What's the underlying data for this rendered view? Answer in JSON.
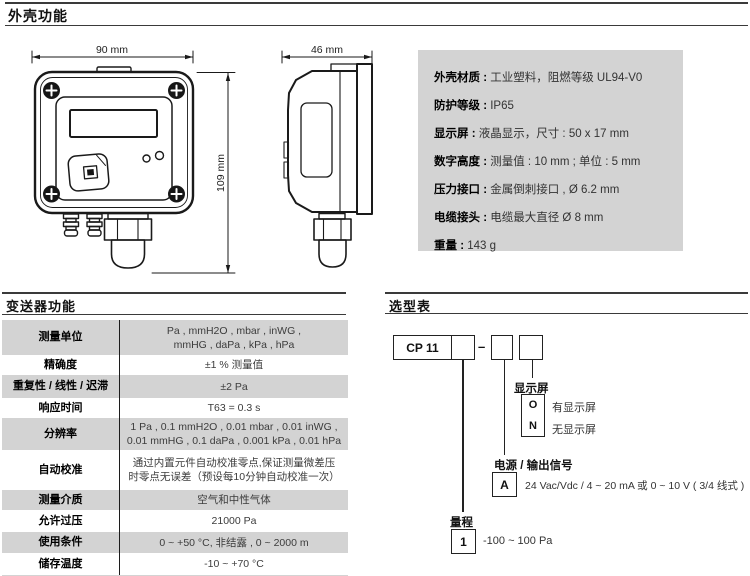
{
  "housing": {
    "title": "外壳功能",
    "sep": " : ",
    "dimensions": {
      "front_width": "90 mm",
      "front_height": "109 mm",
      "side_width": "46 mm"
    },
    "specs": [
      {
        "label": "外壳材质",
        "value": "工业塑料，阻燃等级 UL94-V0"
      },
      {
        "label": "防护等级",
        "value": "IP65"
      },
      {
        "label": "显示屏",
        "value": "液晶显示，尺寸 : 50 x 17 mm"
      },
      {
        "label": "数字高度",
        "value": "测量值 : 10 mm ;  单位 : 5 mm"
      },
      {
        "label": "压力接口",
        "value": "金属倒刺接口 , Ø 6.2 mm"
      },
      {
        "label": "电缆接头",
        "value": "电缆最大直径  Ø 8 mm"
      },
      {
        "label": "重量",
        "value": "143 g"
      }
    ]
  },
  "transmitter": {
    "title": "变送器功能",
    "rows": [
      {
        "label": "测量单位",
        "value": "Pa , mmH2O , mbar , inWG ,\nmmHG , daPa , kPa , hPa"
      },
      {
        "label": "精确度",
        "value": "±1 % 测量值"
      },
      {
        "label": "重复性 / 线性 / 迟滞",
        "value": "±2 Pa"
      },
      {
        "label": "响应时间",
        "value": "T63 = 0.3 s"
      },
      {
        "label": "分辨率",
        "value": "1 Pa , 0.1 mmH2O , 0.01 mbar , 0.01 inWG ,\n0.01 mmHG , 0.1 daPa , 0.001 kPa , 0.01 hPa"
      },
      {
        "label": "自动校准",
        "value": "通过内置元件自动校准零点,保证测量微差压\n时零点无误差（预设每10分钟自动校准一次）"
      },
      {
        "label": "测量介质",
        "value": "空气和中性气体"
      },
      {
        "label": "允许过压",
        "value": "21000 Pa"
      },
      {
        "label": "使用条件",
        "value": "0 ~ +50 °C, 非结露 , 0 ~ 2000 m"
      },
      {
        "label": "储存温度",
        "value": "-10 ~ +70 °C"
      }
    ]
  },
  "ordering": {
    "title": "选型表",
    "model": "CP 11",
    "separator": "–",
    "display": {
      "title": "显示屏",
      "options": [
        {
          "code": "O",
          "desc": "有显示屏"
        },
        {
          "code": "N",
          "desc": "无显示屏"
        }
      ]
    },
    "power": {
      "title": "电源 / 输出信号",
      "options": [
        {
          "code": "A",
          "desc": "24 Vac/Vdc / 4 ~ 20 mA  或  0 ~ 10 V ( 3/4 线式 )"
        }
      ]
    },
    "range": {
      "title": "量程",
      "options": [
        {
          "code": "1",
          "desc": "-100 ~ 100 Pa"
        }
      ]
    }
  }
}
